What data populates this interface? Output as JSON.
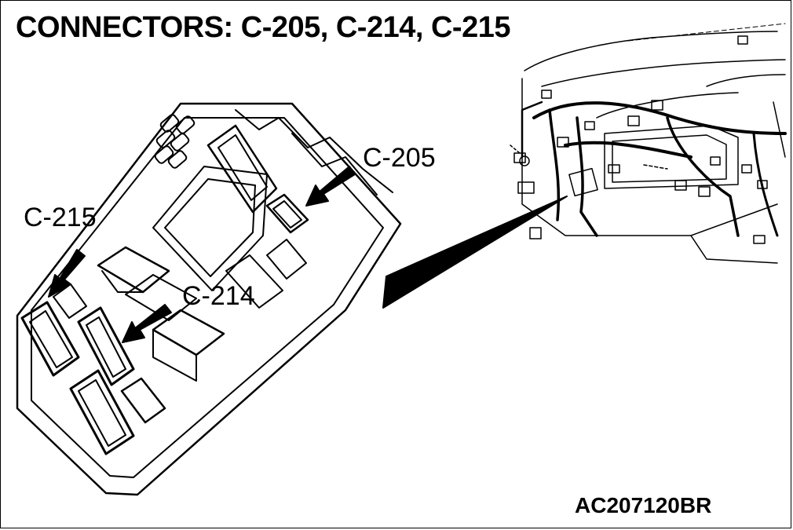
{
  "title": "CONNECTORS: C-205, C-214, C-215",
  "callouts": {
    "c205": "C-205",
    "c215": "C-215",
    "c214": "C-214"
  },
  "figure_id": "AC207120BR",
  "colors": {
    "line": "#000000",
    "background": "#ffffff"
  }
}
